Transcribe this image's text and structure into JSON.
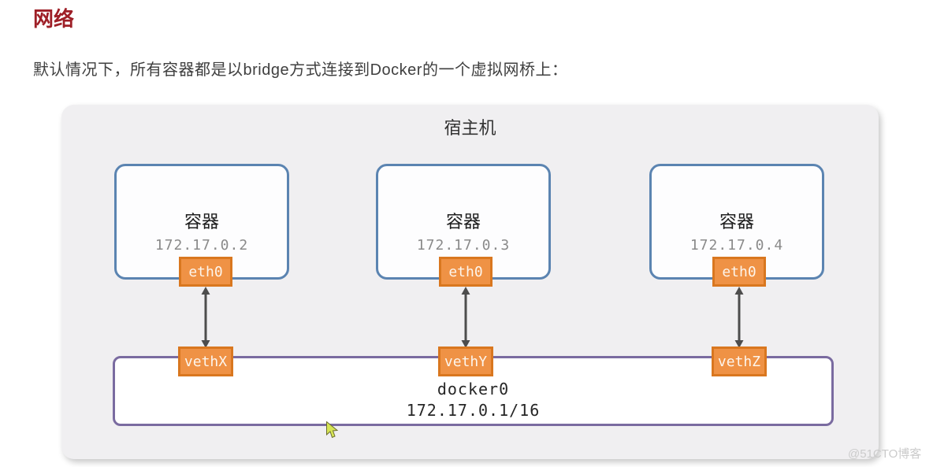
{
  "page": {
    "heading": "网络",
    "intro": "默认情况下，所有容器都是以bridge方式连接到Docker的一个虚拟网桥上：",
    "watermark": "@51CTO博客"
  },
  "diagram": {
    "host_label": "宿主机",
    "containers": [
      {
        "label": "容器",
        "ip": "172.17.0.2",
        "iface": "eth0",
        "veth": "vethX"
      },
      {
        "label": "容器",
        "ip": "172.17.0.3",
        "iface": "eth0",
        "veth": "vethY"
      },
      {
        "label": "容器",
        "ip": "172.17.0.4",
        "iface": "eth0",
        "veth": "vethZ"
      }
    ],
    "bridge": {
      "name": "docker0",
      "cidr": "172.17.0.1/16"
    },
    "colors": {
      "heading_red": "#9e1f27",
      "tag_orange": "#ef9245",
      "tag_orange_border": "#d9771f",
      "container_blue_border": "#5b84b1",
      "bridge_purple_border": "#7a6ba0",
      "host_gray_bg": "#f0eff1",
      "arrow_gray": "#4d4d4d"
    }
  }
}
